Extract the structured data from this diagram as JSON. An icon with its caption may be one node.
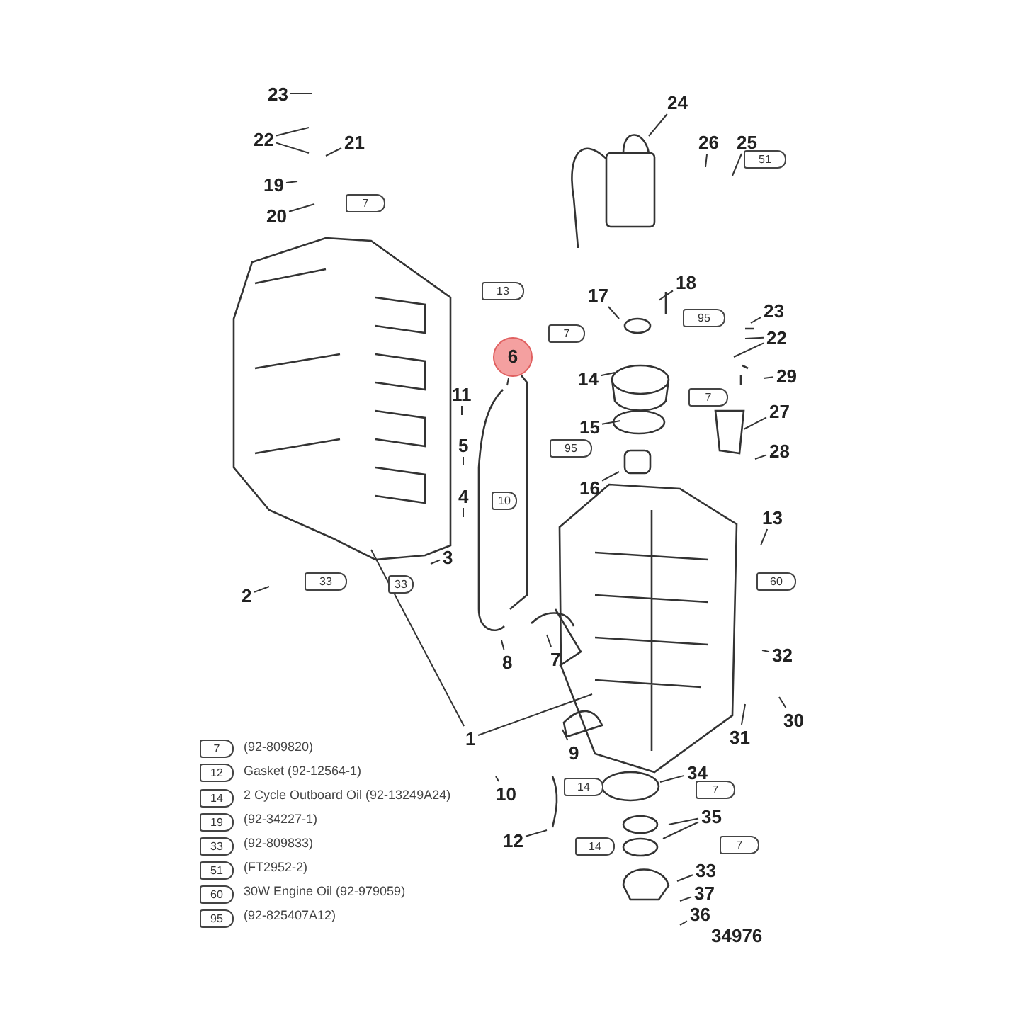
{
  "diagram": {
    "nodes": [
      {
        "text": [
          "23"
        ]
      },
      {
        "text": [
          "22"
        ]
      },
      {
        "text": [
          "21"
        ]
      },
      {
        "text": [
          "19"
        ]
      },
      {
        "text": [
          "20"
        ]
      },
      {
        "text": [
          "24"
        ]
      },
      {
        "text": [
          "26"
        ]
      },
      {
        "text": [
          "25"
        ]
      },
      {
        "text": [
          "18"
        ]
      },
      {
        "text": [
          "17"
        ]
      },
      {
        "text": [
          "23"
        ]
      },
      {
        "text": [
          "22"
        ]
      },
      {
        "text": [
          "14"
        ]
      },
      {
        "text": [
          "29"
        ]
      },
      {
        "text": [
          "27"
        ]
      },
      {
        "text": [
          "15"
        ]
      },
      {
        "text": [
          "28"
        ]
      },
      {
        "text": [
          "16"
        ]
      },
      {
        "text": [
          "6"
        ]
      },
      {
        "text": [
          "11"
        ]
      },
      {
        "text": [
          "5"
        ]
      },
      {
        "text": [
          "4"
        ]
      },
      {
        "text": [
          "2"
        ]
      },
      {
        "text": [
          "3"
        ]
      },
      {
        "text": [
          "13"
        ]
      },
      {
        "text": [
          "8"
        ]
      },
      {
        "text": [
          "7"
        ]
      },
      {
        "text": [
          "32"
        ]
      },
      {
        "text": [
          "30"
        ]
      },
      {
        "text": [
          "31"
        ]
      },
      {
        "text": [
          "1"
        ]
      },
      {
        "text": [
          "9"
        ]
      },
      {
        "text": [
          "10"
        ]
      },
      {
        "text": [
          "34"
        ]
      },
      {
        "text": [
          "35"
        ]
      },
      {
        "text": [
          "12"
        ]
      },
      {
        "text": [
          "33"
        ]
      },
      {
        "text": [
          "37"
        ]
      },
      {
        "text": [
          "36"
        ]
      }
    ],
    "edges": [
      {
        "from": 0,
        "to": null,
        "arrow": "none"
      },
      {
        "from": 1,
        "to": null,
        "arrow": "none"
      },
      {
        "from": 1,
        "to": null,
        "arrow": "none"
      },
      {
        "from": 2,
        "to": null,
        "arrow": "none"
      },
      {
        "from": 3,
        "to": null,
        "arrow": "none"
      },
      {
        "from": 4,
        "to": null,
        "arrow": "none"
      },
      {
        "from": 5,
        "to": null,
        "arrow": "none"
      },
      {
        "from": 6,
        "to": null,
        "arrow": "none"
      },
      {
        "from": 7,
        "to": null,
        "arrow": "none"
      },
      {
        "from": 8,
        "to": null,
        "arrow": "none"
      },
      {
        "from": 9,
        "to": null,
        "arrow": "none"
      },
      {
        "from": 10,
        "to": null,
        "arrow": "none"
      },
      {
        "from": 11,
        "to": null,
        "arrow": "none"
      },
      {
        "from": 11,
        "to": null,
        "arrow": "none"
      },
      {
        "from": 12,
        "to": null,
        "arrow": "none"
      },
      {
        "from": 13,
        "to": null,
        "arrow": "none"
      },
      {
        "from": 14,
        "to": null,
        "arrow": "none"
      },
      {
        "from": 15,
        "to": null,
        "arrow": "none"
      },
      {
        "from": 16,
        "to": null,
        "arrow": "none"
      },
      {
        "from": 17,
        "to": null,
        "arrow": "none"
      },
      {
        "from": 18,
        "to": null,
        "arrow": "none"
      },
      {
        "from": 19,
        "to": null,
        "arrow": "none"
      },
      {
        "from": 20,
        "to": null,
        "arrow": "none"
      },
      {
        "from": 21,
        "to": null,
        "arrow": "none"
      },
      {
        "from": 22,
        "to": null,
        "arrow": "none"
      },
      {
        "from": 23,
        "to": null,
        "arrow": "none"
      },
      {
        "from": 24,
        "to": null,
        "arrow": "none"
      },
      {
        "from": 25,
        "to": null,
        "arrow": "none"
      },
      {
        "from": 26,
        "to": null,
        "arrow": "none"
      },
      {
        "from": 27,
        "to": null,
        "arrow": "none"
      },
      {
        "from": 28,
        "to": null,
        "arrow": "none"
      },
      {
        "from": 29,
        "to": null,
        "arrow": "none"
      },
      {
        "from": 30,
        "to": null,
        "arrow": "none"
      },
      {
        "from": 30,
        "to": null,
        "arrow": "none"
      },
      {
        "from": 31,
        "to": null,
        "arrow": "none"
      },
      {
        "from": 32,
        "to": null,
        "arrow": "none"
      },
      {
        "from": 33,
        "to": null,
        "arrow": "none"
      },
      {
        "from": 34,
        "to": null,
        "arrow": "none"
      },
      {
        "from": 34,
        "to": null,
        "arrow": "none"
      },
      {
        "from": 35,
        "to": null,
        "arrow": "none"
      },
      {
        "from": 36,
        "to": null,
        "arrow": "none"
      },
      {
        "from": 37,
        "to": null,
        "arrow": "none"
      },
      {
        "from": 38,
        "to": null,
        "arrow": "none"
      }
    ],
    "labels": [
      "7",
      "13",
      "7",
      "95",
      "51",
      "7",
      "95",
      "10",
      "33",
      "33",
      "60",
      "14",
      "7",
      "14",
      "7",
      "7",
      "12",
      "14",
      "19",
      "33",
      "51",
      "60",
      "95",
      "34976"
    ],
    "legend": [
      {
        "text": "(92-809820)"
      },
      {
        "text": "Gasket (92-12564-1)"
      },
      {
        "text": "2 Cycle Outboard Oil (92-13249A24)"
      },
      {
        "text": "(92-34227-1)"
      },
      {
        "text": "(92-809833)"
      },
      {
        "text": "(FT2952-2)"
      },
      {
        "text": "30W Engine Oil (92-979059)"
      },
      {
        "text": "(92-825407A12)"
      }
    ]
  }
}
